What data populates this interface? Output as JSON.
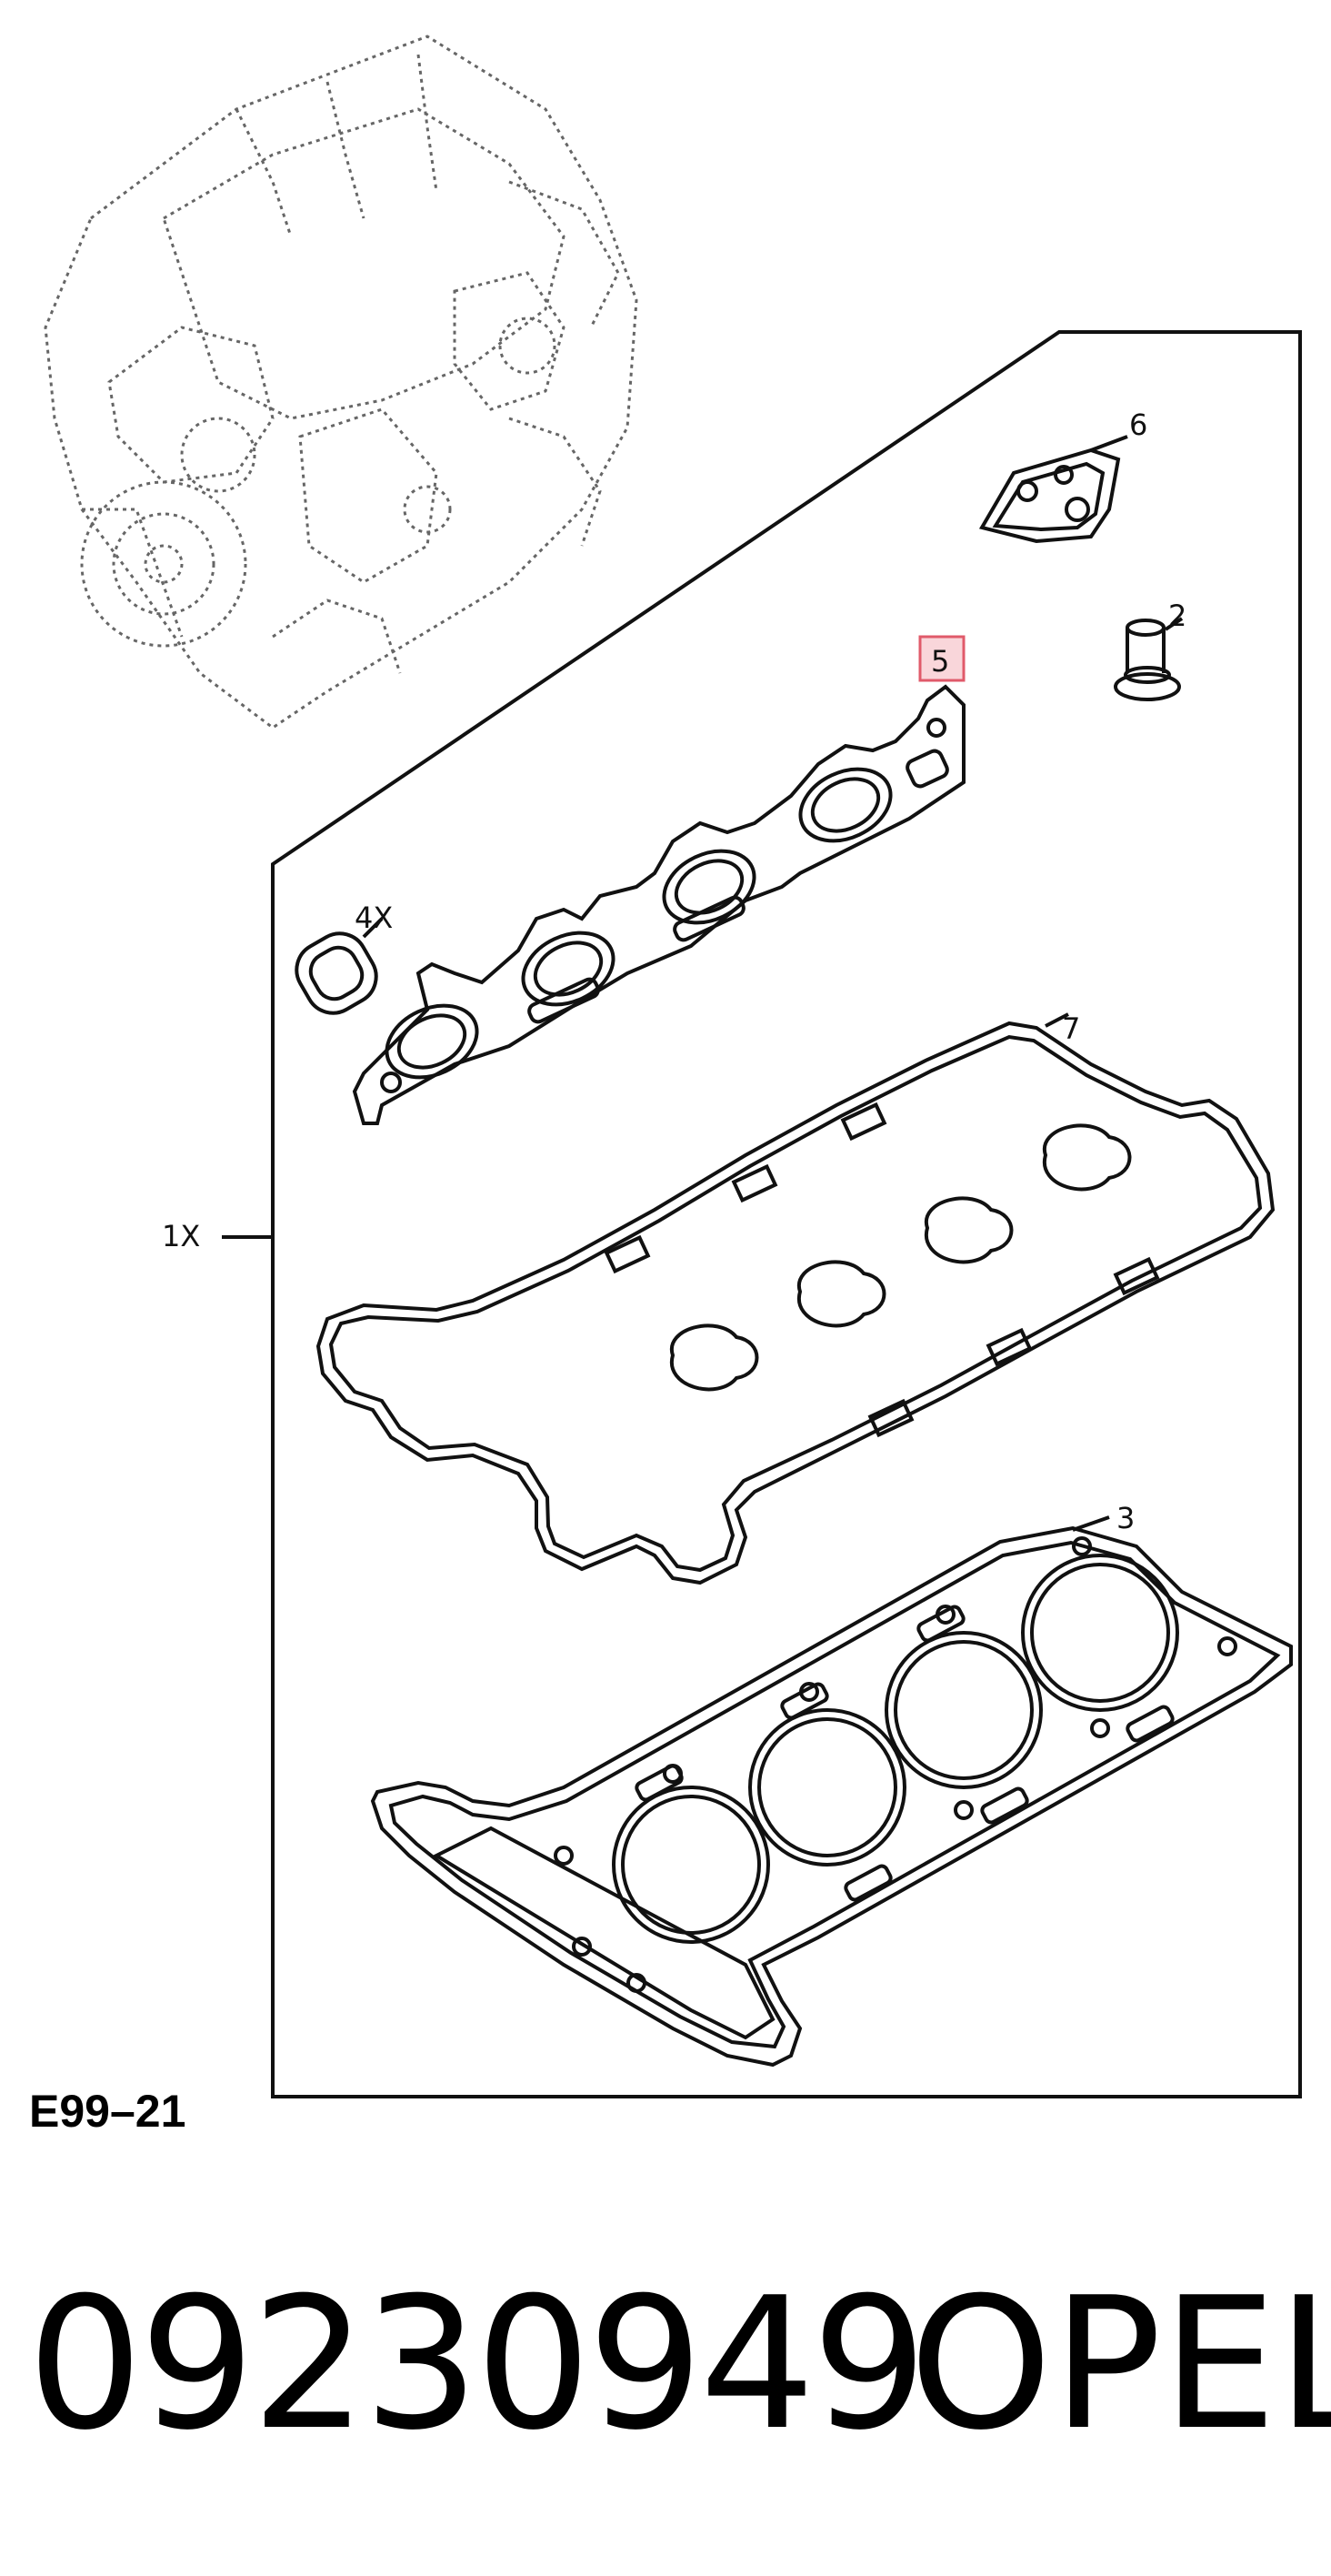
{
  "diagram": {
    "callouts": {
      "one_x": "1X",
      "two": "2",
      "three": "3",
      "four_x": "4X",
      "five": "5",
      "six": "6",
      "seven": "7"
    },
    "highlight_color": "#e05a6a",
    "diagram_code": "E99–21"
  },
  "footer": {
    "part_number": "09230949",
    "brand": "OPEL"
  }
}
